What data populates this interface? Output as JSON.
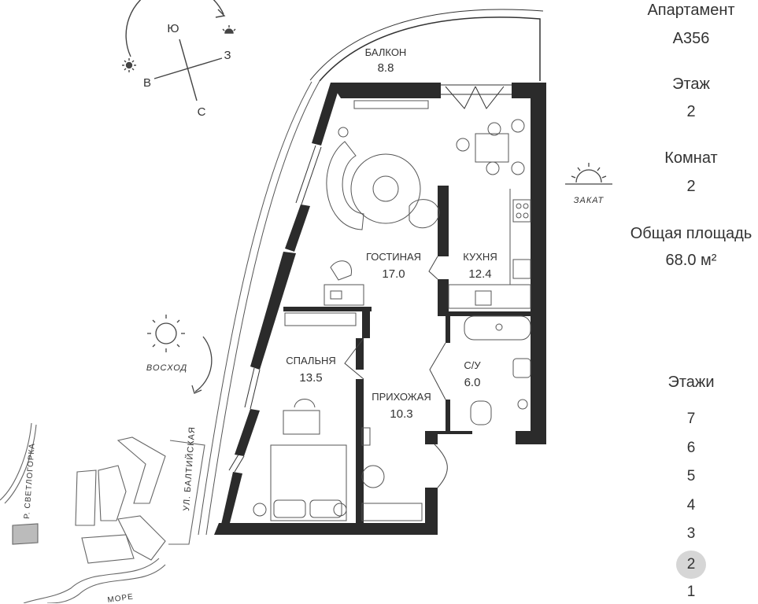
{
  "info": {
    "apartment_label": "Апартамент",
    "apartment_value": "А356",
    "floor_label": "Этаж",
    "floor_value": "2",
    "rooms_label": "Комнат",
    "rooms_value": "2",
    "area_label": "Общая площадь",
    "area_value": "68.0 м²"
  },
  "floors": {
    "title": "Этажи",
    "items": [
      "7",
      "6",
      "5",
      "4",
      "3",
      "2",
      "1"
    ],
    "active": "2"
  },
  "rooms": {
    "balcony": {
      "name": "БАЛКОН",
      "area": "8.8"
    },
    "living": {
      "name": "ГОСТИНАЯ",
      "area": "17.0"
    },
    "kitchen": {
      "name": "КУХНЯ",
      "area": "12.4"
    },
    "bedroom": {
      "name": "СПАЛЬНЯ",
      "area": "13.5"
    },
    "hallway": {
      "name": "ПРИХОЖАЯ",
      "area": "10.3"
    },
    "bathroom": {
      "name": "С/У",
      "area": "6.0"
    }
  },
  "compass": {
    "south": "Ю",
    "west": "З",
    "east": "В",
    "north": "С"
  },
  "sun": {
    "sunset": "ЗАКАТ",
    "sunrise": "ВОСХОД"
  },
  "map": {
    "street": "УЛ. БАЛТИЙСКАЯ",
    "river": "Р. СВЕТЛОГОРКА",
    "sea": "МОРЕ"
  },
  "colors": {
    "wall": "#2b2b2b",
    "line": "#555555",
    "active_floor_bg": "#d6d6d6"
  }
}
